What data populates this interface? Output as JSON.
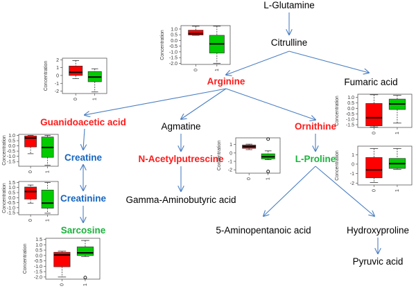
{
  "colors": {
    "arrow": "#4a7ec2",
    "group0_box": "#ff0000",
    "group1_box": "#00cc00",
    "node_red": "#ff1a1a",
    "node_blue": "#1565c0",
    "node_green": "#19b33c",
    "node_black": "#000000"
  },
  "nodes": {
    "glutamine": {
      "label": "L-Glutamine",
      "style": "black"
    },
    "citrulline": {
      "label": "Citrulline",
      "style": "black"
    },
    "arginine": {
      "label": "Arginine",
      "style": "red"
    },
    "fumaric": {
      "label": "Fumaric acid",
      "style": "black"
    },
    "guanidoacetic": {
      "label": "Guanidoacetic acid",
      "style": "red"
    },
    "agmatine": {
      "label": "Agmatine",
      "style": "black"
    },
    "ornithine": {
      "label": "Ornithine",
      "style": "red"
    },
    "creatine": {
      "label": "Creatine",
      "style": "blue"
    },
    "acetylputrescine": {
      "label": "N-Acetylputrescine",
      "style": "red"
    },
    "proline": {
      "label": "L-Proline",
      "style": "green"
    },
    "creatinine": {
      "label": "Creatinine",
      "style": "blue"
    },
    "gaba": {
      "label": "Gamma-Aminobutyric acid",
      "style": "black"
    },
    "sarcosine": {
      "label": "Sarcosine",
      "style": "green"
    },
    "aminopentanoic": {
      "label": "5-Aminopentanoic acid",
      "style": "black"
    },
    "hydroxyproline": {
      "label": "Hydroxyproline",
      "style": "black"
    },
    "pyruvic": {
      "label": "Pyruvic acid",
      "style": "black"
    }
  },
  "edges": [
    {
      "from": "glutamine",
      "to": "citrulline"
    },
    {
      "from": "citrulline",
      "to": "arginine"
    },
    {
      "from": "citrulline",
      "to": "fumaric"
    },
    {
      "from": "arginine",
      "to": "guanidoacetic"
    },
    {
      "from": "arginine",
      "to": "agmatine"
    },
    {
      "from": "arginine",
      "to": "ornithine"
    },
    {
      "from": "guanidoacetic",
      "to": "creatine"
    },
    {
      "from": "creatine",
      "to": "creatinine",
      "bidirectional": true
    },
    {
      "from": "creatinine",
      "to": "sarcosine"
    },
    {
      "from": "agmatine",
      "to": "acetylputrescine"
    },
    {
      "from": "acetylputrescine",
      "to": "gaba"
    },
    {
      "from": "ornithine",
      "to": "proline"
    },
    {
      "from": "proline",
      "to": "aminopentanoic"
    },
    {
      "from": "proline",
      "to": "hydroxyproline"
    },
    {
      "from": "hydroxyproline",
      "to": "pyruvic"
    }
  ],
  "chart_data": [
    {
      "type": "boxplot",
      "metabolite": "Citrulline",
      "ylabel": "Concentration",
      "categories": [
        "0",
        "1"
      ],
      "yticks": [
        "1.0",
        "0.5",
        "0.0",
        "-0.5",
        "-1.0",
        "-1.5",
        "-2.0"
      ],
      "ylim": [
        -2.1,
        1.3
      ],
      "boxes": [
        {
          "group": "0",
          "min": 0.45,
          "q1": 0.48,
          "median": 0.6,
          "q3": 0.9,
          "max": 1.25,
          "outliers": []
        },
        {
          "group": "1",
          "min": -2.0,
          "q1": -1.1,
          "median": -0.3,
          "q3": 0.45,
          "max": 1.25,
          "outliers": []
        }
      ]
    },
    {
      "type": "boxplot",
      "metabolite": "Arginine",
      "ylabel": "Concentration",
      "categories": [
        "0",
        "1"
      ],
      "yticks": [
        "2",
        "1",
        "0",
        "-1",
        "-2"
      ],
      "ylim": [
        -2.3,
        2.2
      ],
      "boxes": [
        {
          "group": "0",
          "min": -0.4,
          "q1": 0.0,
          "median": 0.4,
          "q3": 1.2,
          "max": 1.9,
          "outliers": []
        },
        {
          "group": "1",
          "min": -2.1,
          "q1": -0.8,
          "median": -0.2,
          "q3": 0.5,
          "max": 0.85,
          "outliers": []
        }
      ]
    },
    {
      "type": "boxplot",
      "metabolite": "Creatine",
      "ylabel": "Concentration",
      "categories": [
        "0",
        "1"
      ],
      "yticks": [
        "1.0",
        "0.5",
        "0.0",
        "-0.5",
        "-1.0",
        "-1.5"
      ],
      "ylim": [
        -1.95,
        1.1
      ],
      "boxes": [
        {
          "group": "0",
          "min": -0.75,
          "q1": -0.1,
          "median": 0.75,
          "q3": 0.95,
          "max": 1.0,
          "outliers": []
        },
        {
          "group": "1",
          "min": -1.85,
          "q1": -1.1,
          "median": -0.15,
          "q3": 0.85,
          "max": 1.0,
          "outliers": []
        }
      ]
    },
    {
      "type": "boxplot",
      "metabolite": "Creatinine",
      "ylabel": "Concentration",
      "categories": [
        "0",
        "1"
      ],
      "yticks": [
        "1.5",
        "1.0",
        "0.5",
        "0.0",
        "-0.5",
        "-1.0",
        "-1.5"
      ],
      "ylim": [
        -1.7,
        1.6
      ],
      "boxes": [
        {
          "group": "0",
          "min": -0.55,
          "q1": -0.15,
          "median": 0.6,
          "q3": 1.05,
          "max": 1.25,
          "outliers": []
        },
        {
          "group": "1",
          "min": -1.55,
          "q1": -1.05,
          "median": -0.55,
          "q3": 0.75,
          "max": 1.5,
          "outliers": []
        }
      ]
    },
    {
      "type": "boxplot",
      "metabolite": "Sarcosine",
      "ylabel": "Concentration",
      "categories": [
        "0",
        "1"
      ],
      "yticks": [
        "1.5",
        "1.0",
        "0.5",
        "0.0",
        "-0.5",
        "-1.0",
        "-1.5",
        "-2.0"
      ],
      "ylim": [
        -2.2,
        1.6
      ],
      "boxes": [
        {
          "group": "0",
          "min": -2.0,
          "q1": -1.05,
          "median": 0.05,
          "q3": 0.3,
          "max": 0.4,
          "outliers": []
        },
        {
          "group": "1",
          "min": -0.1,
          "q1": 0.0,
          "median": 0.25,
          "q3": 0.8,
          "max": 1.4,
          "outliers": [
            -2.05
          ]
        }
      ]
    },
    {
      "type": "boxplot",
      "metabolite": "Ornithine",
      "ylabel": "Concentration",
      "categories": [
        "0",
        "1"
      ],
      "yticks": [
        "1",
        "0",
        "-1",
        "-2"
      ],
      "ylim": [
        -2.4,
        1.8
      ],
      "boxes": [
        {
          "group": "0",
          "min": 0.4,
          "q1": 0.55,
          "median": 0.75,
          "q3": 0.95,
          "max": 1.05,
          "outliers": []
        },
        {
          "group": "1",
          "min": -0.8,
          "q1": -0.7,
          "median": -0.45,
          "q3": -0.1,
          "max": 0.25,
          "outliers": [
            1.65,
            -2.2
          ]
        }
      ]
    },
    {
      "type": "boxplot",
      "metabolite": "Fumaric acid",
      "ylabel": "Concentration",
      "categories": [
        "0",
        "1"
      ],
      "yticks": [
        "1.0",
        "0.5",
        "0.0",
        "-0.5",
        "-1.0",
        "-1.5"
      ],
      "ylim": [
        -1.75,
        1.3
      ],
      "boxes": [
        {
          "group": "0",
          "min": -1.7,
          "q1": -1.6,
          "median": -0.85,
          "q3": 0.45,
          "max": 1.25,
          "outliers": []
        },
        {
          "group": "1",
          "min": -1.35,
          "q1": -0.1,
          "median": 0.4,
          "q3": 0.85,
          "max": 1.2,
          "outliers": []
        }
      ]
    },
    {
      "type": "boxplot",
      "metabolite": "L-Proline",
      "ylabel": "Concentration",
      "categories": [
        "0",
        "1"
      ],
      "yticks": [
        "1",
        "0",
        "-1",
        "-2"
      ],
      "ylim": [
        -2.2,
        1.9
      ],
      "boxes": [
        {
          "group": "0",
          "min": -1.95,
          "q1": -1.45,
          "median": -0.6,
          "q3": 0.7,
          "max": 1.65,
          "outliers": []
        },
        {
          "group": "1",
          "min": -0.55,
          "q1": -0.45,
          "median": 0.05,
          "q3": 0.6,
          "max": 1.65,
          "outliers": []
        }
      ]
    }
  ]
}
